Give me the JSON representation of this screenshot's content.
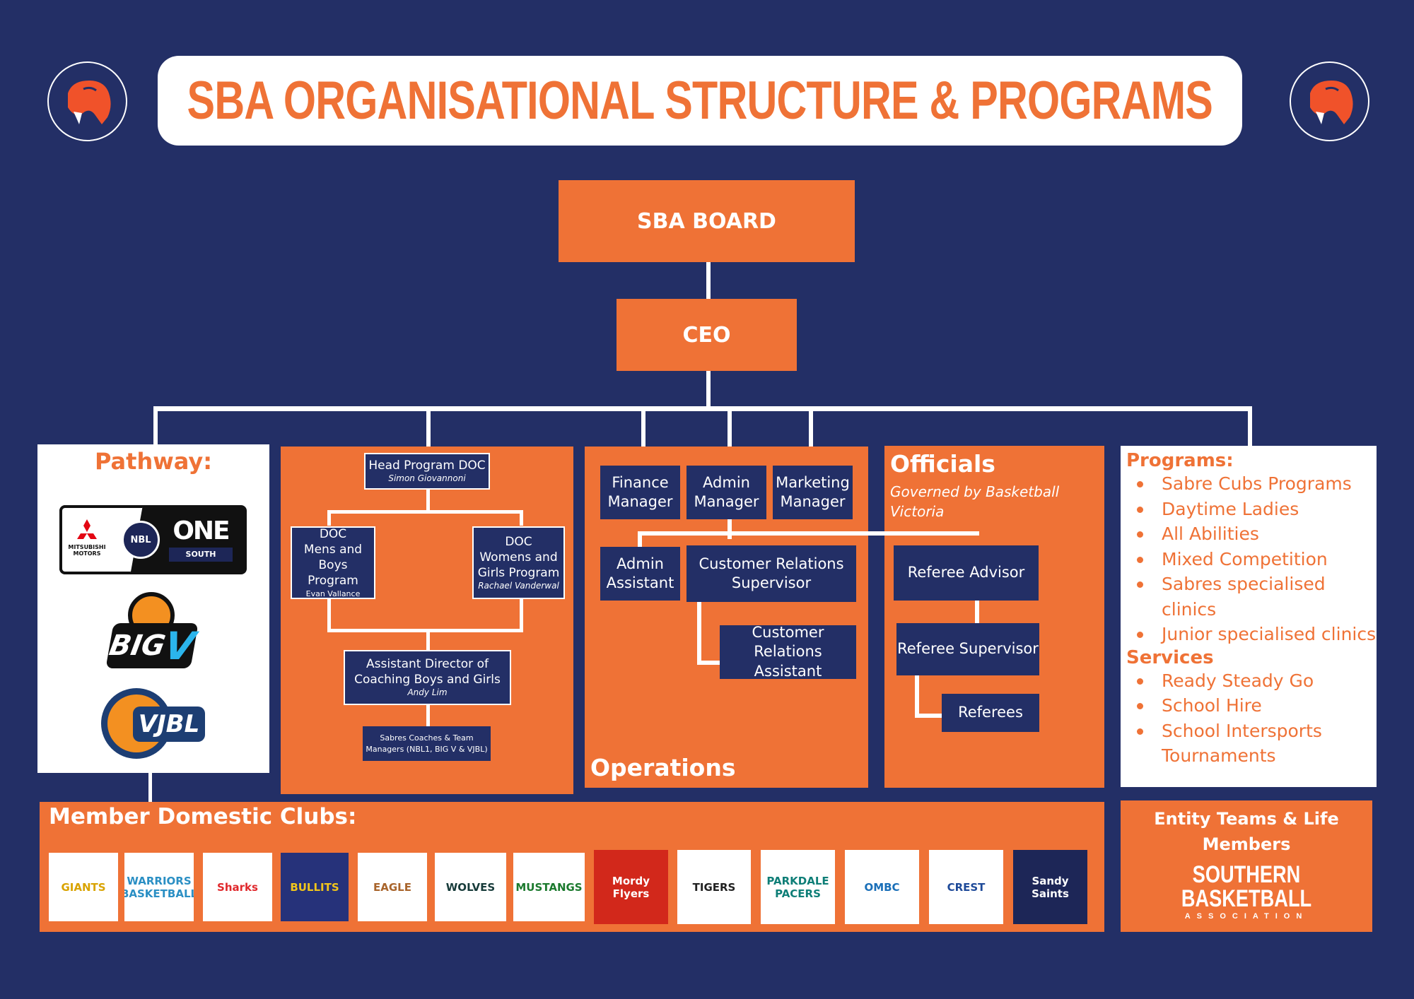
{
  "header": {
    "title": "SBA ORGANISATIONAL STRUCTURE & PROGRAMS",
    "left_logo": "sabre-tooth-tiger-logo",
    "right_logo": "sabre-tooth-tiger-logo"
  },
  "colors": {
    "background": "#232F66",
    "accent": "#EF7236",
    "white": "#FFFFFF"
  },
  "top": {
    "board": "SBA BOARD",
    "ceo": "CEO"
  },
  "pathway": {
    "title": "Pathway:",
    "logos": [
      {
        "name": "NBL1 South",
        "sponsor": "MITSUBISHI MOTORS",
        "mark": "NBL",
        "text": "ONE",
        "sub": "SOUTH"
      },
      {
        "name": "Big V",
        "text": "BIG",
        "accent": "V"
      },
      {
        "name": "VJBL",
        "text": "VJBL"
      }
    ]
  },
  "coaching": {
    "head": {
      "title": "Head Program DOC",
      "person": "Simon Giovannoni"
    },
    "doc_mens": {
      "line1": "DOC",
      "line2": "Mens and",
      "line3": "Boys Program",
      "person": "Evan Vallance"
    },
    "doc_womens": {
      "line1": "DOC",
      "line2": "Womens and",
      "line3": "Girls Program",
      "person": "Rachael Vanderwal"
    },
    "assistant": {
      "line1": "Assistant Director of",
      "line2": "Coaching Boys and Girls",
      "person": "Andy Lim"
    },
    "coaches": {
      "line1": "Sabres Coaches & Team",
      "line2": "Managers (NBL1, BIG V & VJBL)"
    }
  },
  "operations": {
    "title": "Operations",
    "finance": {
      "line1": "Finance",
      "line2": "Manager"
    },
    "admin": {
      "line1": "Admin",
      "line2": "Manager"
    },
    "marketing": {
      "line1": "Marketing",
      "line2": "Manager"
    },
    "admin_assistant": {
      "line1": "Admin",
      "line2": "Assistant"
    },
    "cr_supervisor": {
      "line1": "Customer Relations",
      "line2": "Supervisor"
    },
    "cr_assistant": {
      "line1": "Customer",
      "line2": "Relations Assistant"
    }
  },
  "officials": {
    "title": "Officials",
    "subtitle_line1": "Governed by Basketball",
    "subtitle_line2": "Victoria",
    "referee_advisor": "Referee Advisor",
    "referee_supervisor": "Referee Supervisor",
    "referees": "Referees"
  },
  "programs": {
    "programs_title": "Programs:",
    "programs": [
      "Sabre Cubs Programs",
      "Daytime Ladies",
      "All Abilities",
      "Mixed Competition",
      "Sabres specialised clinics",
      "Junior specialised clinics"
    ],
    "services_title": "Services",
    "services": [
      "Ready Steady Go",
      "School Hire",
      "School Intersports",
      "Tournaments"
    ]
  },
  "clubs": {
    "title": "Member Domestic Clubs:",
    "items": [
      {
        "name": "GIANTS",
        "bg": "#FFFFFF",
        "fg": "#D9A300"
      },
      {
        "name": "WARRIORS BASKETBALL",
        "bg": "#FFFFFF",
        "fg": "#2A8FC4"
      },
      {
        "name": "Sharks",
        "bg": "#FFFFFF",
        "fg": "#E0282C"
      },
      {
        "name": "BULLITS",
        "bg": "#26327A",
        "fg": "#F1C51B"
      },
      {
        "name": "EAGLE",
        "bg": "#FFFFFF",
        "fg": "#A8642B"
      },
      {
        "name": "WOLVES",
        "bg": "#FFFFFF",
        "fg": "#173B3A"
      },
      {
        "name": "MUSTANGS",
        "bg": "#FFFFFF",
        "fg": "#1C7A2E"
      },
      {
        "name": "Mordy Flyers",
        "bg": "#D2281B",
        "fg": "#FFFFFF"
      },
      {
        "name": "TIGERS",
        "bg": "#FFFFFF",
        "fg": "#222222"
      },
      {
        "name": "PARKDALE PACERS",
        "bg": "#FFFFFF",
        "fg": "#0E7E77"
      },
      {
        "name": "OMBC",
        "bg": "#FFFFFF",
        "fg": "#1A6FB8"
      },
      {
        "name": "CREST",
        "bg": "#FFFFFF",
        "fg": "#1E4A99"
      },
      {
        "name": "Sandy Saints",
        "bg": "#1D2657",
        "fg": "#FFFFFF"
      }
    ]
  },
  "entity": {
    "title_line1": "Entity Teams & Life",
    "title_line2": "Members",
    "logo_line1": "SOUTHERN",
    "logo_line2": "BASKETBALL",
    "logo_line3": "ASSOCIATION"
  }
}
